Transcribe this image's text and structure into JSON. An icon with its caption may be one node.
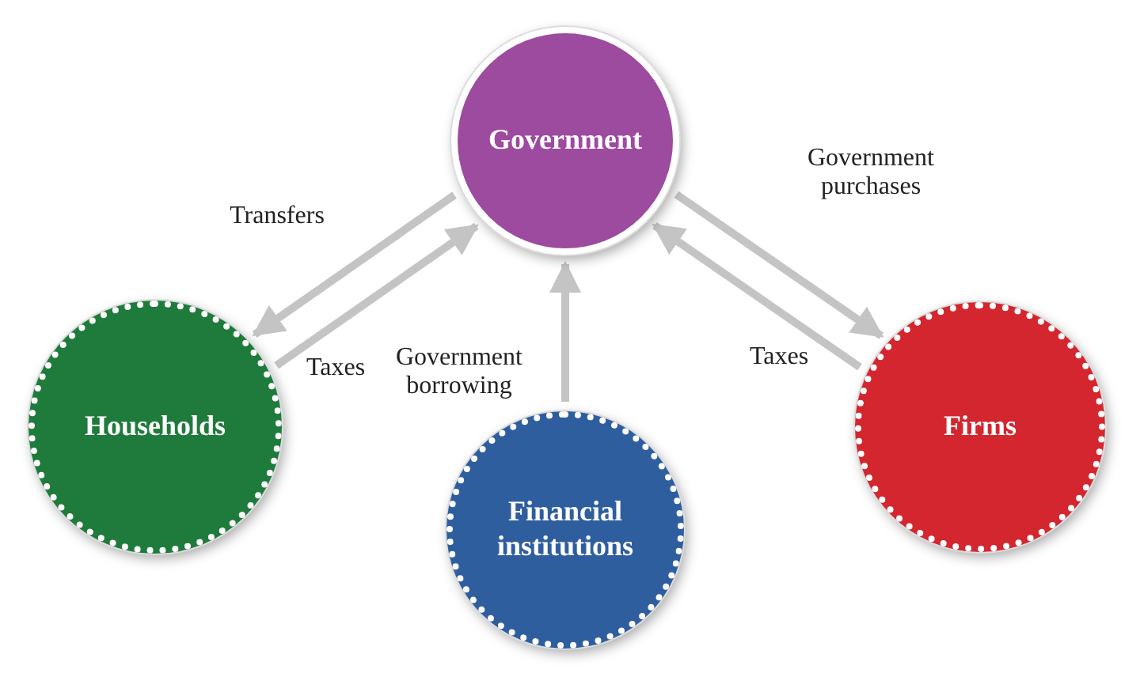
{
  "diagram": {
    "nodes": [
      {
        "text": [
          "Government"
        ]
      },
      {
        "text": [
          "Households"
        ]
      },
      {
        "text": [
          "Financial institutions"
        ]
      },
      {
        "text": [
          "Firms"
        ]
      }
    ],
    "edges": [
      {
        "from": 0,
        "to": 1,
        "arrow": "to",
        "label": "Transfers"
      },
      {
        "from": 1,
        "to": 0,
        "arrow": "to",
        "label": "Taxes"
      },
      {
        "from": 2,
        "to": 0,
        "arrow": "to",
        "label": "Government borrowing"
      },
      {
        "from": 0,
        "to": 3,
        "arrow": "to",
        "label": "Government purchases"
      },
      {
        "from": 3,
        "to": 0,
        "arrow": "to",
        "label": "Taxes"
      }
    ]
  }
}
